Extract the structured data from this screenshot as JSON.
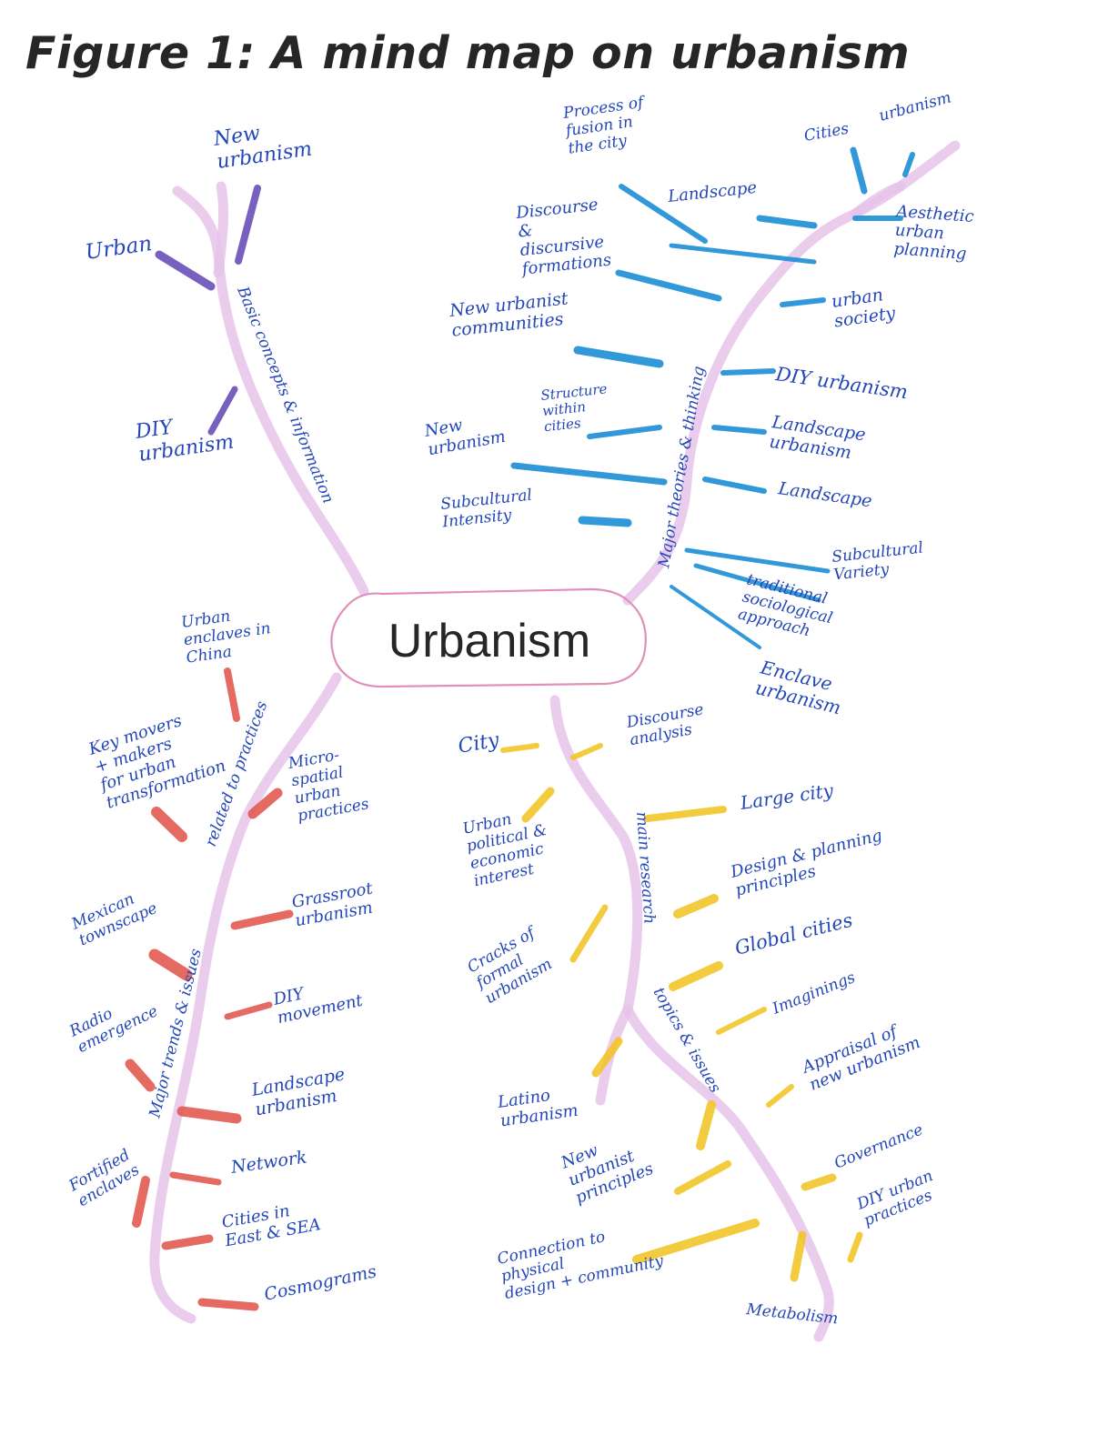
{
  "title": "Figure 1: A mind map on urbanism",
  "center": "Urbanism",
  "colors": {
    "branch": "#e6c3ea",
    "ink": "#2447b8",
    "purple": "#6a4fb8",
    "blue": "#1b8fd6",
    "red": "#e25a52",
    "yellow": "#f2c62a",
    "oval": "#df8fb8"
  },
  "branches": {
    "basic": "Basic concepts & information",
    "theories": "Major theories & thinking",
    "practices": "related to practices",
    "trends": "Major trends & issues",
    "research": "main research",
    "topics": "topics & issues"
  },
  "labels": {
    "purple": {
      "new_urbanism": [
        "New",
        "urbanism"
      ],
      "urban": [
        "Urban"
      ],
      "diy": [
        "DIY",
        "urbanism"
      ]
    },
    "blue": {
      "process": [
        "Process of",
        "fusion in",
        "the city"
      ],
      "cities": [
        "Cities"
      ],
      "urbanism_top": [
        "urbanism"
      ],
      "landscape_top": [
        "Landscape"
      ],
      "discourse": [
        "Discourse",
        "&",
        "discursive",
        "formations"
      ],
      "aesthetic": [
        "Aesthetic",
        "urban",
        "planning"
      ],
      "new_urbanist": [
        "New urbanist",
        "communities"
      ],
      "urban_society": [
        "urban",
        "society"
      ],
      "structure": [
        "Structure",
        "within",
        "cities"
      ],
      "diy": [
        "DIY urbanism"
      ],
      "new_urbanism": [
        "New",
        "urbanism"
      ],
      "landscape_urbanism": [
        "Landscape",
        "urbanism"
      ],
      "subcultural_intensity": [
        "Subcultural",
        "Intensity"
      ],
      "landscape": [
        "Landscape"
      ],
      "subcultural_variety": [
        "Subcultural",
        "Variety"
      ],
      "traditional": [
        "traditional",
        "sociological",
        "approach"
      ],
      "enclave": [
        "Enclave",
        "urbanism"
      ]
    },
    "red": {
      "enclaves_china": [
        "Urban",
        "enclaves in",
        "China"
      ],
      "key_movers": [
        "Key movers",
        "+ makers",
        "for urban",
        "transformation"
      ],
      "micro_spatial": [
        "Micro-",
        "spatial",
        "urban",
        "practices"
      ],
      "mexican": [
        "Mexican",
        "townscape"
      ],
      "grassroot": [
        "Grassroot",
        "urbanism"
      ],
      "diy_movement": [
        "DIY",
        "movement"
      ],
      "radio": [
        "Radio",
        "emergence"
      ],
      "landscape_urbanism": [
        "Landscape",
        "urbanism"
      ],
      "network": [
        "Network"
      ],
      "fortified": [
        "Fortified",
        "enclaves"
      ],
      "cities_east": [
        "Cities in",
        "East & SEA"
      ],
      "cosmograms": [
        "Cosmograms"
      ]
    },
    "yellow": {
      "city": [
        "City"
      ],
      "discourse": [
        "Discourse",
        "analysis"
      ],
      "large_city": [
        "Large city"
      ],
      "political": [
        "Urban",
        "political &",
        "economic",
        "interest"
      ],
      "design": [
        "Design & planning",
        "principles"
      ],
      "cracks": [
        "Cracks of",
        "formal",
        "urbanism"
      ],
      "global": [
        "Global cities"
      ],
      "imaginings": [
        "Imaginings"
      ],
      "appraisal": [
        "Appraisal of",
        "new urbanism"
      ],
      "latino": [
        "Latino",
        "urbanism"
      ],
      "governance": [
        "Governance"
      ],
      "new_urbanist": [
        "New",
        "urbanist",
        "principles"
      ],
      "diy_urban": [
        "DIY urban",
        "practices"
      ],
      "connection": [
        "Connection to",
        "physical",
        "design + community"
      ],
      "metabolism": [
        "Metabolism"
      ]
    }
  }
}
